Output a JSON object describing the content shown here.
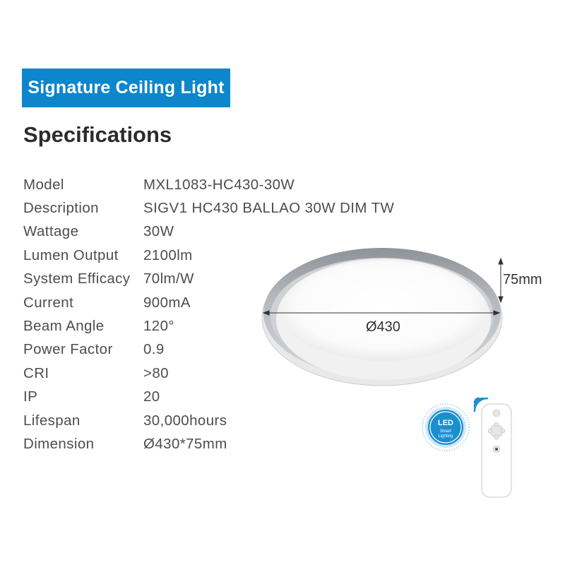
{
  "header": {
    "banner_label": "Signature Ceiling Light"
  },
  "section_title": "Specifications",
  "specs": [
    {
      "label": "Model",
      "value": "MXL1083-HC430-30W"
    },
    {
      "label": "Description",
      "value": "SIGV1 HC430 BALLAO 30W DIM TW"
    },
    {
      "label": "Wattage",
      "value": "30W"
    },
    {
      "label": "Lumen Output",
      "value": "2100lm"
    },
    {
      "label": "System Efficacy",
      "value": "70lm/W"
    },
    {
      "label": "Current",
      "value": "900mA"
    },
    {
      "label": "Beam Angle",
      "value": "120°"
    },
    {
      "label": "Power Factor",
      "value": "0.9"
    },
    {
      "label": "CRI",
      "value": ">80"
    },
    {
      "label": "IP",
      "value": "20"
    },
    {
      "label": "Lifespan",
      "value": "30,000hours"
    },
    {
      "label": "Dimension",
      "value": "Ø430*75mm"
    }
  ],
  "product_image": {
    "height_label": "75mm",
    "diameter_label": "Ø430"
  },
  "led_badge": {
    "line1": "LED",
    "line2": "Smart",
    "line3": "Lighting"
  },
  "colors": {
    "banner": "#0d86cc",
    "badge": "#1a8fd0",
    "text": "#4d4d4d"
  }
}
